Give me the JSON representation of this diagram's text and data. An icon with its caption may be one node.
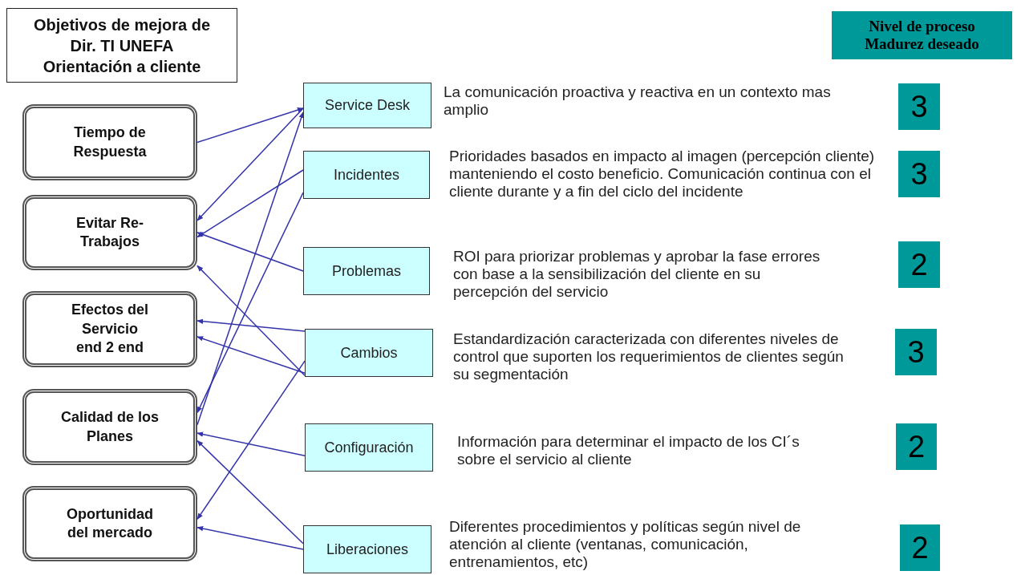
{
  "diagram": {
    "nodes": [
      {
        "text": [
          "Objetivos de mejora de Dir. TI UNEFA Orientación a cliente"
        ]
      },
      {
        "text": [
          "Nivel de proceso Madurez deseado"
        ]
      },
      {
        "text": [
          "Tiempo de Respuesta"
        ]
      },
      {
        "text": [
          "Evitar Re-Trabajos"
        ]
      },
      {
        "text": [
          "Efectos del Servicio end 2 end"
        ]
      },
      {
        "text": [
          "Calidad de los Planes"
        ]
      },
      {
        "text": [
          "Oportunidad del mercado"
        ]
      },
      {
        "text": [
          "Service Desk"
        ]
      },
      {
        "text": [
          "Incidentes"
        ]
      },
      {
        "text": [
          "Problemas"
        ]
      },
      {
        "text": [
          "Cambios"
        ]
      },
      {
        "text": [
          "Configuración"
        ]
      },
      {
        "text": [
          "Liberaciones"
        ]
      },
      {
        "text": [
          "3"
        ]
      },
      {
        "text": [
          "3"
        ]
      },
      {
        "text": [
          "2"
        ]
      },
      {
        "text": [
          "3"
        ]
      },
      {
        "text": [
          "2"
        ]
      },
      {
        "text": [
          "2"
        ]
      }
    ],
    "edges": [
      {
        "from": 2,
        "to": 7,
        "arrow": "to"
      },
      {
        "from": 7,
        "to": 3,
        "arrow": "to"
      },
      {
        "from": 8,
        "to": 3,
        "arrow": "to"
      },
      {
        "from": 9,
        "to": 3,
        "arrow": "to"
      },
      {
        "from": 10,
        "to": 3,
        "arrow": "to"
      },
      {
        "from": 10,
        "to": 4,
        "arrow": "to"
      },
      {
        "from": 10,
        "to": 4,
        "arrow": "to"
      },
      {
        "from": 5,
        "to": 7,
        "arrow": "to"
      },
      {
        "from": 8,
        "to": 5,
        "arrow": "to"
      },
      {
        "from": 11,
        "to": 5,
        "arrow": "to"
      },
      {
        "from": 12,
        "to": 5,
        "arrow": "to"
      },
      {
        "from": 12,
        "to": 6,
        "arrow": "to"
      },
      {
        "from": 10,
        "to": 6,
        "arrow": "to"
      }
    ],
    "labels": [
      "La comunicación proactiva y reactiva en un contexto mas amplio",
      "Prioridades basados en impacto al imagen (percepción cliente) manteniendo el costo beneficio. Comunicación continua con el cliente durante y a fin del ciclo del incidente",
      "ROI para priorizar problemas y aprobar la fase errores con base a la sensibilización del cliente en su percepción del servicio",
      "Estandardización caracterizada con diferentes niveles de control que suporten los requerimientos de clientes según su segmentación",
      "Información para determinar el impacto de los CI´s sobre el servicio al cliente",
      "Diferentes procedimientos y políticas según nivel de atención al cliente (ventanas, comunicación, entrenamientos, etc)"
    ]
  }
}
